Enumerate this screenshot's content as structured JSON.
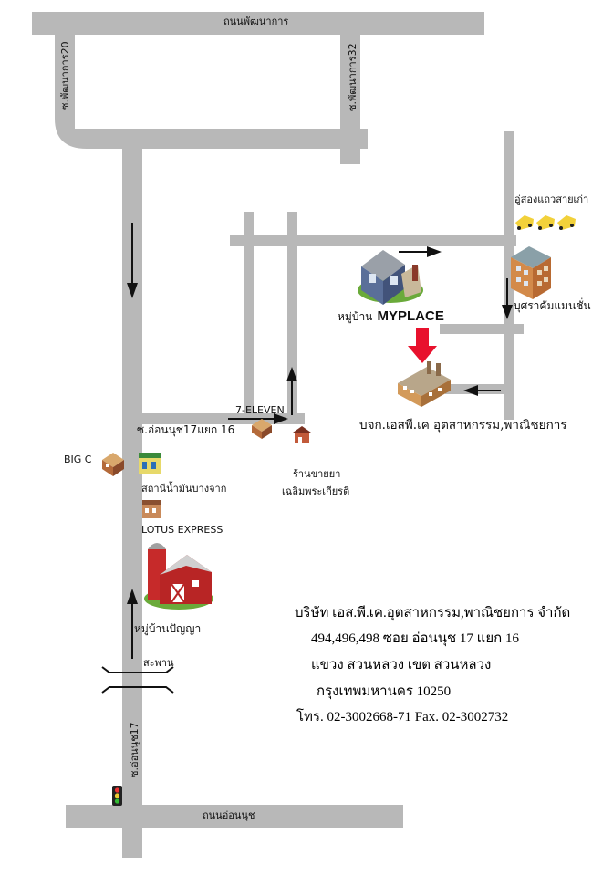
{
  "roads": {
    "top_road": "ถนนพัฒนาการ",
    "soi_20": "ซ.พัฒนาการ20",
    "soi_32": "ซ.พัฒนาการ32",
    "bottom_road": "ถนนอ่อนนุช",
    "onnut_17": "ซ.อ่อนนุช17",
    "soi_17_16": "ซ.อ่อนนุช17แยก 16",
    "bridge": "สะพาน"
  },
  "landmarks": {
    "seven_eleven": "7-ELEVEN",
    "big_c": "BIG C",
    "gas_station": "สถานีน้ำมันบางจาก",
    "lotus": "LOTUS EXPRESS",
    "village_panya": "หมู่บ้านปัญญา",
    "pharmacy_line1": "ร้านขายยา",
    "pharmacy_line2": "เฉลิมพระเกียรติ",
    "village_myplace_prefix": "หมู่บ้าน",
    "village_myplace_name": "MYPLACE",
    "taxi_garage": "อู่สองแถวสายเก่า",
    "mansion": "บุศราคัมแมนชั่น",
    "company_short": "บจก.เอสพี.เค อุตสาหกรรม,พาณิชยการ"
  },
  "address": {
    "company": "บริษัท เอส.พี.เค.อุตสาหกรรม,พาณิชยการ จำกัด",
    "line1": "494,496,498 ซอย อ่อนนุช 17 แยก 16",
    "line2": "แขวง สวนหลวง เขต สวนหลวง",
    "line3": "กรุงเทพมหานคร 10250",
    "line4": "โทร. 02-3002668-71 Fax. 02-3002732"
  },
  "colors": {
    "road": "#b8b8b8",
    "arrow": "#111111",
    "target_arrow": "#e8112d"
  },
  "icons": [
    "traffic-light-icon",
    "factory-icon",
    "house-icon",
    "barn-icon",
    "taxi-icon",
    "apartment-icon",
    "shop-icon",
    "gas-station-icon"
  ]
}
